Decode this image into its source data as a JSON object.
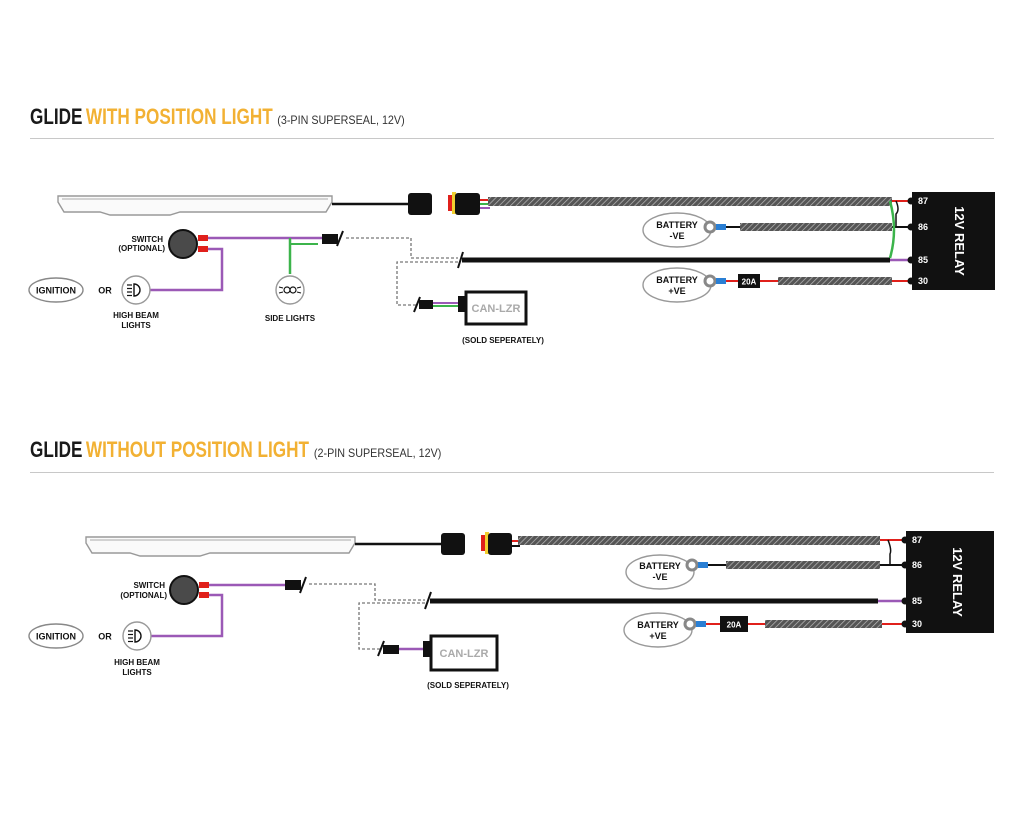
{
  "diagrams": [
    {
      "title_prefix": "GLIDE",
      "title_highlight": "WITH POSITION LIGHT",
      "title_suffix": "(3-PIN SUPERSEAL, 12V)",
      "switch_label_1": "SWITCH",
      "switch_label_2": "(OPTIONAL)",
      "ignition_label": "IGNITION",
      "or_label": "OR",
      "high_beam_label_1": "HIGH BEAM",
      "high_beam_label_2": "LIGHTS",
      "side_lights_label": "SIDE LIGHTS",
      "canlzr_label": "CAN-LZR",
      "sold_label": "(SOLD SEPERATELY)",
      "battery_neg_1": "BATTERY",
      "battery_neg_2": "-VE",
      "battery_pos_1": "BATTERY",
      "battery_pos_2": "+VE",
      "fuse_label": "20A",
      "relay_label": "12V RELAY",
      "pins": [
        "87",
        "86",
        "85",
        "30"
      ]
    },
    {
      "title_prefix": "GLIDE",
      "title_highlight": "WITHOUT POSITION LIGHT",
      "title_suffix": "(2-PIN SUPERSEAL, 12V)",
      "switch_label_1": "SWITCH",
      "switch_label_2": "(OPTIONAL)",
      "ignition_label": "IGNITION",
      "or_label": "OR",
      "high_beam_label_1": "HIGH BEAM",
      "high_beam_label_2": "LIGHTS",
      "canlzr_label": "CAN-LZR",
      "sold_label": "(SOLD SEPERATELY)",
      "battery_neg_1": "BATTERY",
      "battery_neg_2": "-VE",
      "battery_pos_1": "BATTERY",
      "battery_pos_2": "+VE",
      "fuse_label": "20A",
      "relay_label": "12V RELAY",
      "pins": [
        "87",
        "86",
        "85",
        "30"
      ]
    }
  ],
  "colors": {
    "accent_orange": "#f2b133",
    "wire_purple": "#9b59b6",
    "wire_green": "#3cb44b",
    "wire_red": "#e0201b",
    "terminal_blue": "#2a7fd4",
    "relay_black": "#111111"
  }
}
